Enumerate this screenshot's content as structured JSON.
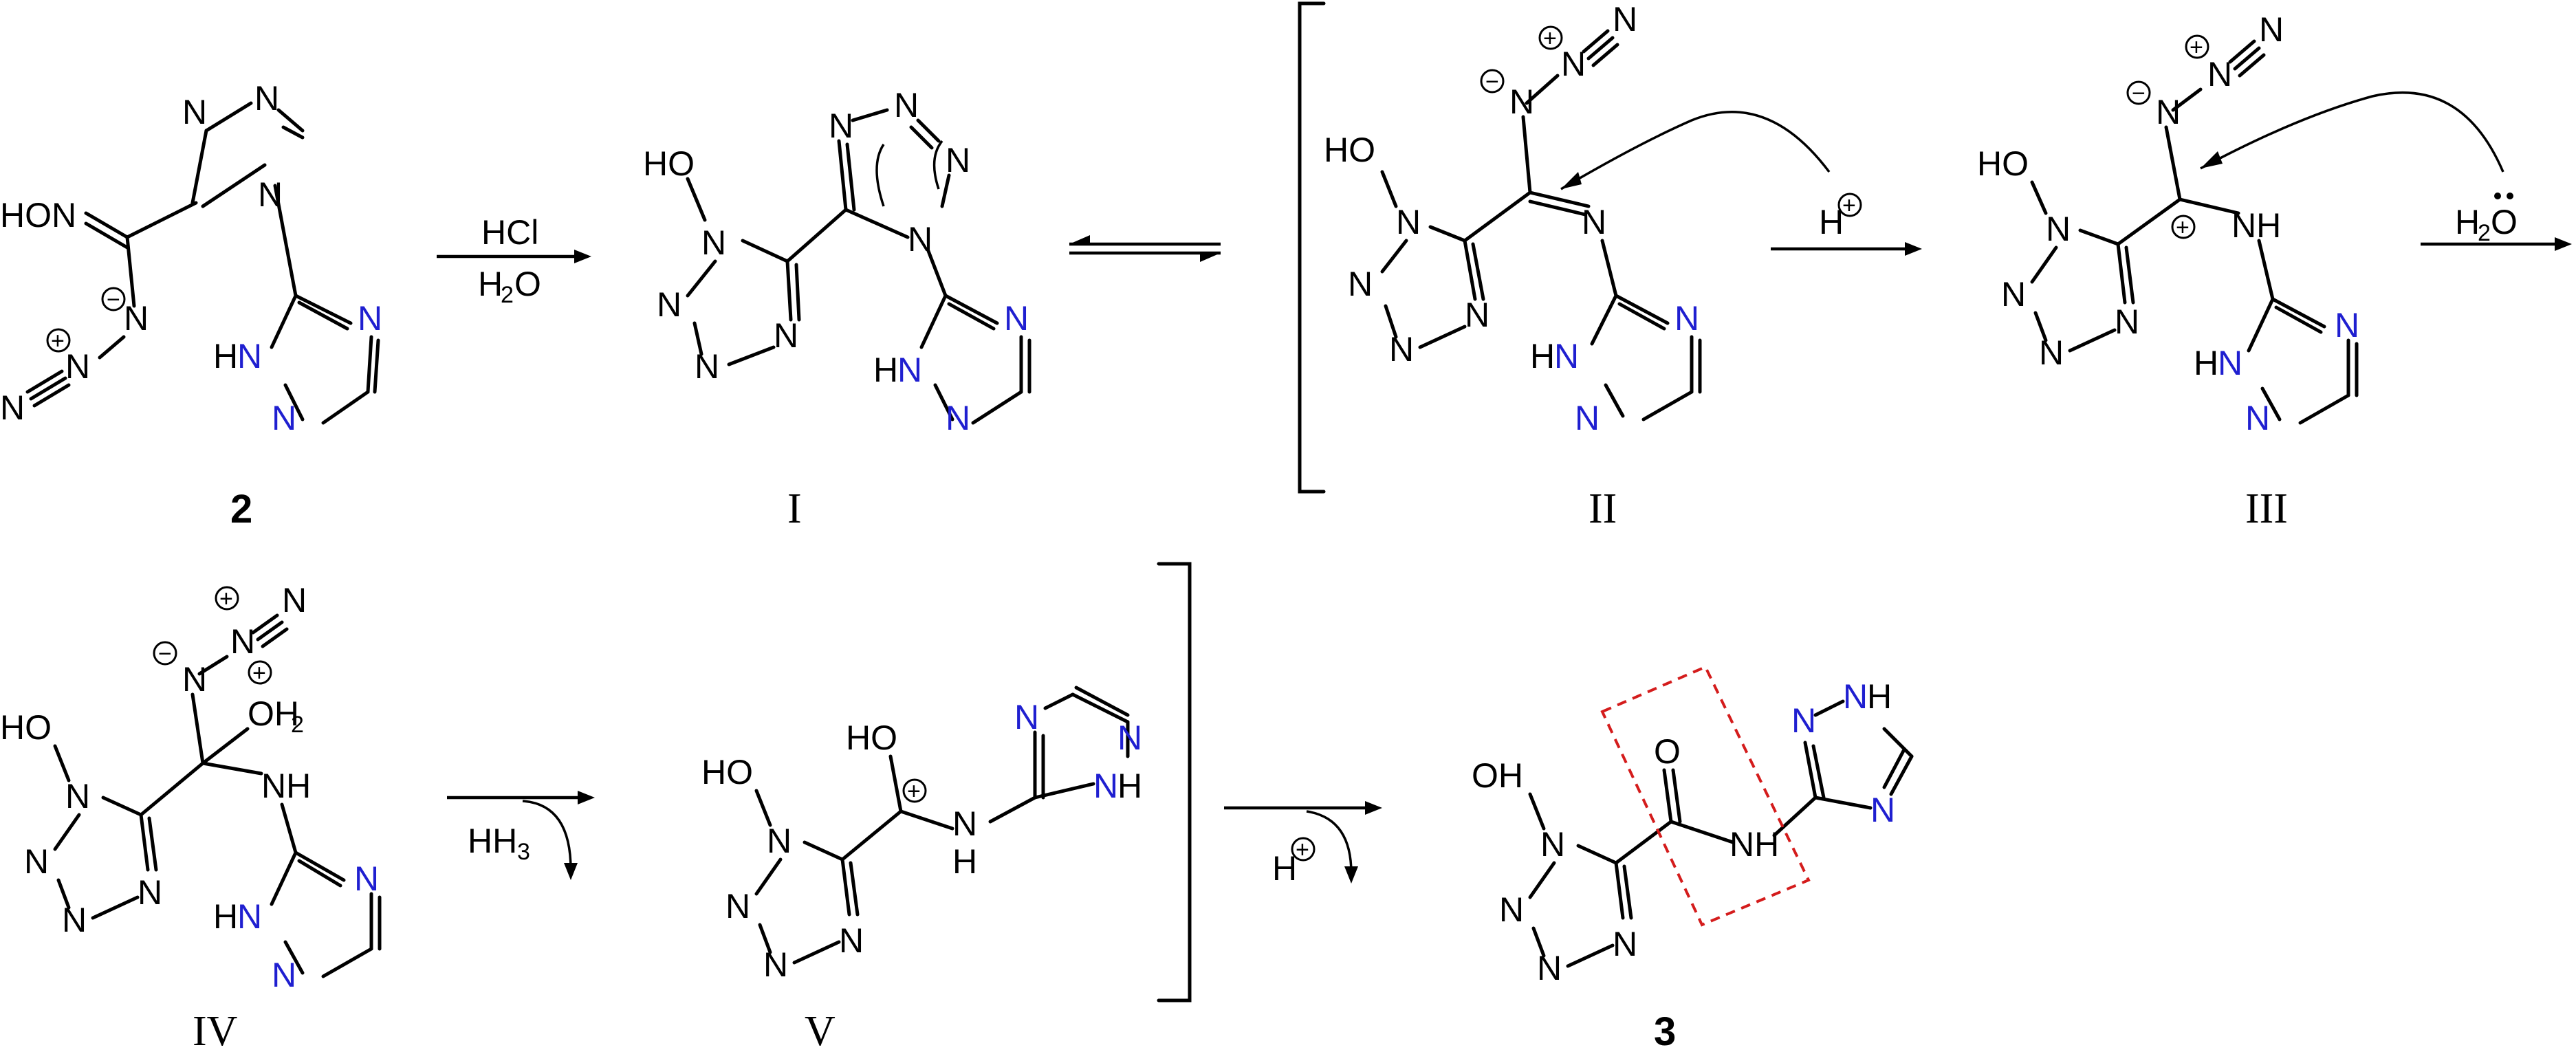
{
  "labels": {
    "compound_2": "2",
    "compound_3": "3",
    "intermediate_1": "I",
    "intermediate_2": "II",
    "intermediate_3": "III",
    "intermediate_4": "IV",
    "intermediate_5": "V"
  },
  "reagents": {
    "step1_top": "HCl",
    "step1_bottom_main": "H",
    "step1_bottom_sub": "2",
    "step1_bottom_end": "O",
    "step3_proton": "H",
    "step4_water_main": "H",
    "step4_water_sub": "2",
    "step4_water_end": "O",
    "step5_leaving_main": "HH",
    "step5_leaving_sub": "3",
    "step6_proton": "H"
  },
  "atoms": {
    "N": "N",
    "H": "H",
    "HO": "HO",
    "HON": "HON",
    "OH": "OH",
    "O": "O",
    "NH": "NH",
    "HN": "HN",
    "OH2_main": "OH",
    "OH2_sub": "2",
    "minus": "−",
    "plus": "+"
  },
  "colors": {
    "bonds": "#000000",
    "blue_nitrogen": "#1f1fd0",
    "highlight_box": "#d41c1c"
  }
}
